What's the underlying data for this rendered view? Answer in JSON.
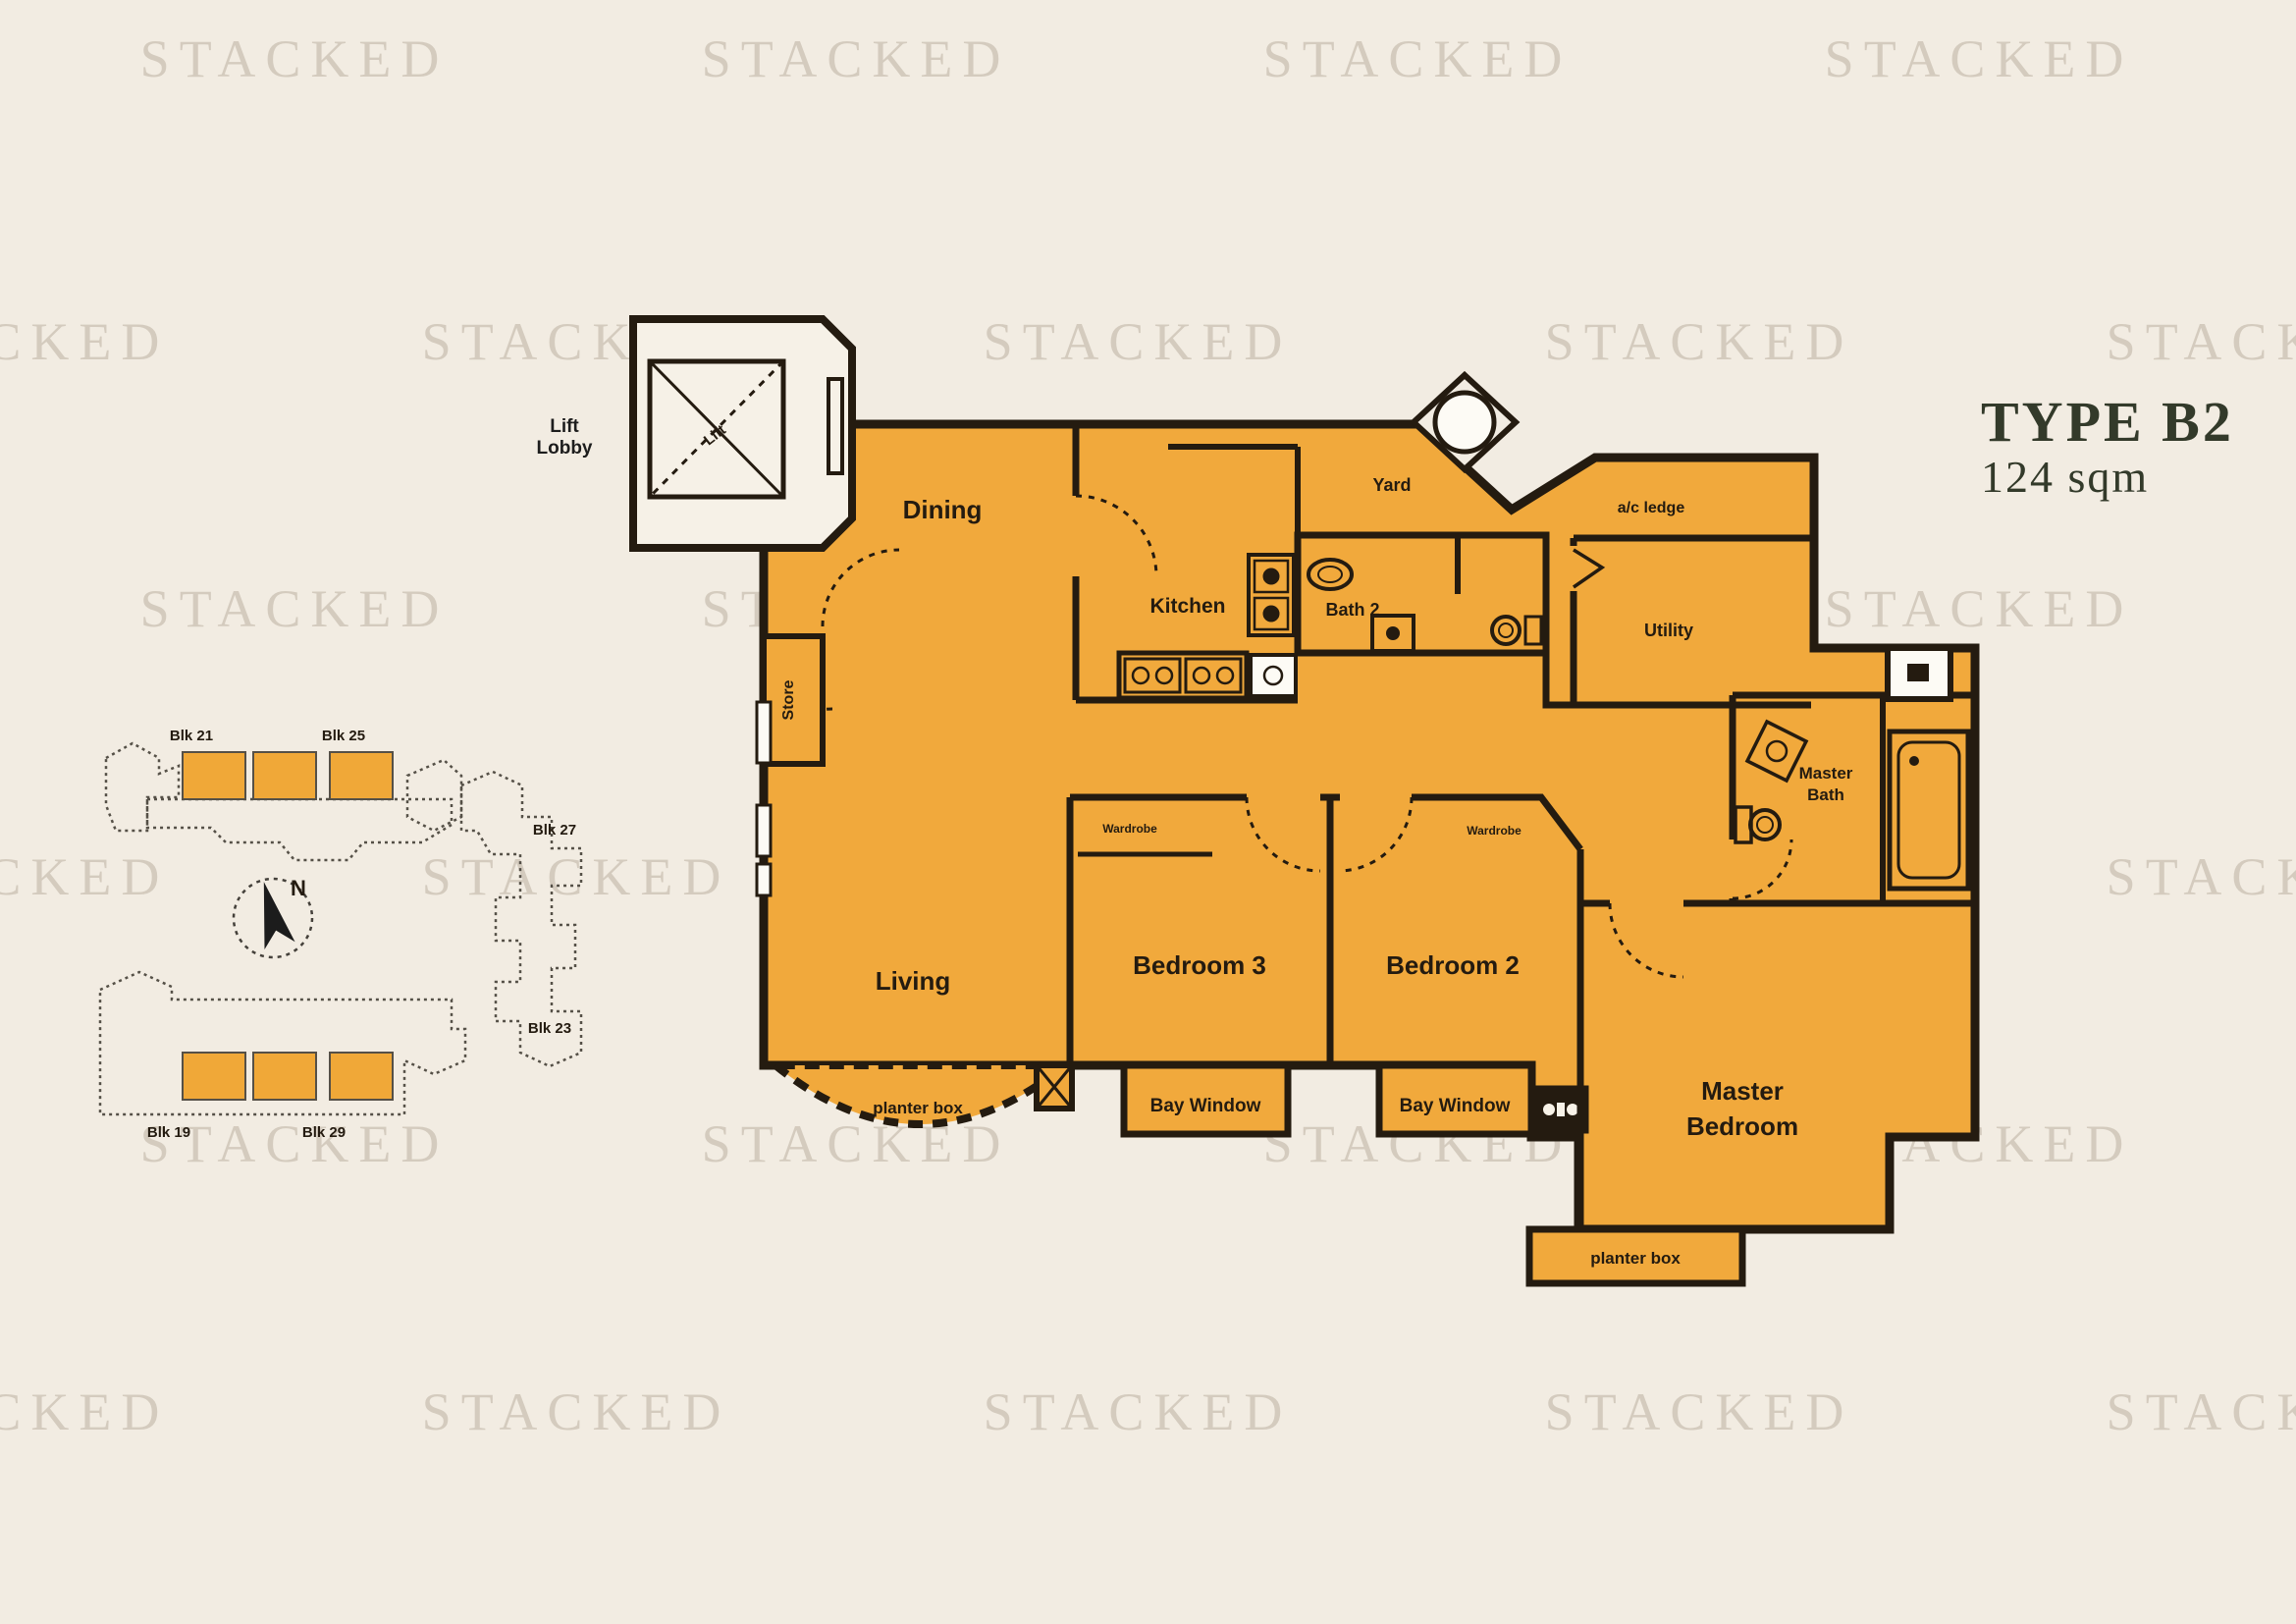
{
  "watermark": {
    "text": "STACKED"
  },
  "title": {
    "line1": "TYPE B2",
    "line2": "124 sqm"
  },
  "plan": {
    "lift_lobby_line1": "Lift",
    "lift_lobby_line2": "Lobby",
    "lift": "Lift",
    "store": "Store",
    "dining": "Dining",
    "kitchen": "Kitchen",
    "yard": "Yard",
    "bath2": "Bath 2",
    "ac_ledge": "a/c ledge",
    "utility": "Utility",
    "master_bath_line1": "Master",
    "master_bath_line2": "Bath",
    "living": "Living",
    "bedroom3": "Bedroom 3",
    "bedroom2": "Bedroom 2",
    "master_bedroom_line1": "Master",
    "master_bedroom_line2": "Bedroom",
    "wardrobe_bedroom3": "Wardrobe",
    "wardrobe_bedroom2": "Wardrobe",
    "bay_window_bedroom3": "Bay Window",
    "bay_window_bedroom2": "Bay Window",
    "planter_living": "planter box",
    "planter_master": "planter box"
  },
  "site_map": {
    "north": "N",
    "blocks": {
      "top_left": "Blk 21",
      "top_mid": "Blk 25",
      "right_upper": "Blk 27",
      "right_lower": "Blk 23",
      "bottom_left": "Blk 19",
      "bottom_mid": "Blk 29"
    }
  },
  "colors": {
    "background": "#f2ece2",
    "unit_fill": "#f1a93c",
    "wall": "#241b10",
    "watermark": "#a89c8a",
    "title_text": "#333a2a"
  }
}
